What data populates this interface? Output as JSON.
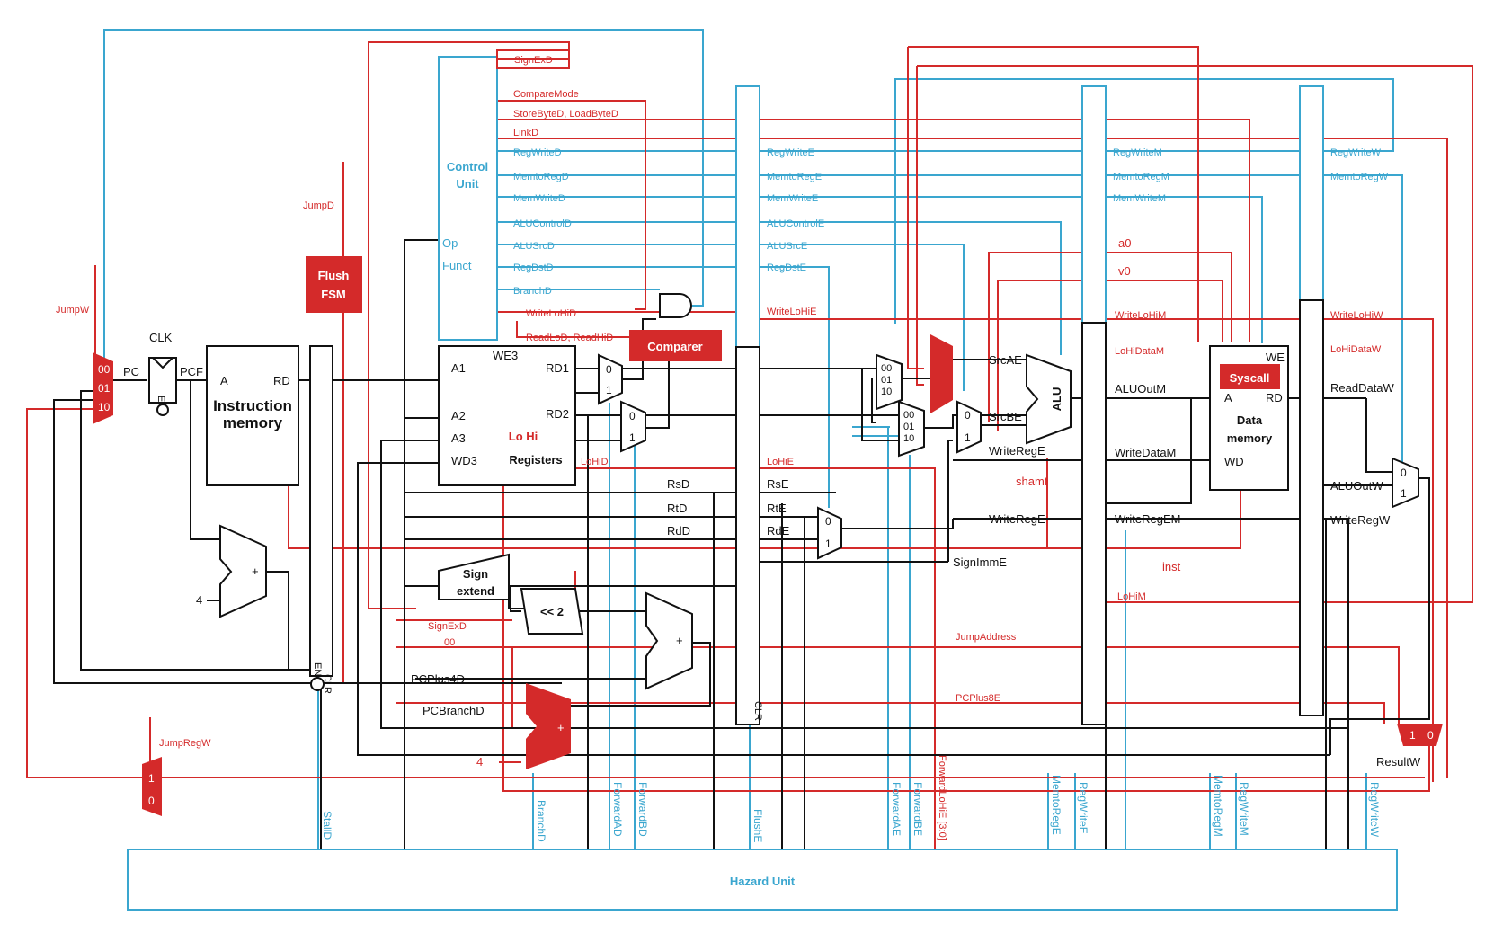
{
  "colors": {
    "black": "#111111",
    "red": "#d42a2a",
    "blue": "#3aa6cf"
  },
  "blocks": {
    "control_unit": {
      "line1": "Control",
      "line2": "Unit",
      "op": "Op",
      "funct": "Funct"
    },
    "flush_fsm": {
      "line1": "Flush",
      "line2": "FSM"
    },
    "comparer": "Comparer",
    "instruction_memory": {
      "line1": "Instruction",
      "line2": "memory",
      "a": "A",
      "rd": "RD"
    },
    "register_file": {
      "a1": "A1",
      "a2": "A2",
      "a3": "A3",
      "wd3": "WD3",
      "we3": "WE3",
      "rd1": "RD1",
      "rd2": "RD2",
      "lohi": "Lo Hi",
      "registers": "Registers"
    },
    "sign_extend": {
      "line1": "Sign",
      "line2": "extend"
    },
    "shift_left": "<< 2",
    "alu": "ALU",
    "syscall": "Syscall",
    "data_memory": {
      "line1": "Data",
      "line2": "memory",
      "we": "WE",
      "a": "A",
      "rd": "RD",
      "wd": "WD"
    },
    "hazard_unit": "Hazard Unit",
    "pc_register": {
      "clk": "CLK",
      "en": "EN"
    },
    "pipeline_reg_d": {
      "clr": "CLR",
      "en": "EN"
    },
    "pipeline_reg_e": {
      "clr": "CLR"
    }
  },
  "mux_labels": {
    "pc_mux": [
      "00",
      "01",
      "10"
    ],
    "two_way": [
      "0",
      "1"
    ],
    "three_way": [
      "00",
      "01",
      "10"
    ]
  },
  "control_signals": {
    "decode": [
      "SignExD",
      "CompareMode",
      "StoreByteD, LoadByteD",
      "LinkD",
      "RegWriteD",
      "MemtoRegD",
      "MemWriteD",
      "ALUControlD",
      "ALUSrcD",
      "RegDstD",
      "BranchD",
      "WriteLoHiD",
      "ReadLoD, ReadHiD"
    ],
    "execute": [
      "RegWriteE",
      "MemtoRegE",
      "MemWriteE",
      "ALUControlE",
      "ALUSrcE",
      "RegDstE",
      "WriteLoHiE"
    ],
    "memory": [
      "RegWriteM",
      "MemtoRegM",
      "MemWriteM",
      "a0",
      "v0",
      "WriteLoHiM",
      "LoHiDataM"
    ],
    "writeback": [
      "RegWriteW",
      "MemtoRegW",
      "WriteLoHiW",
      "LoHiDataW"
    ]
  },
  "datapath_labels": {
    "pc": "PC",
    "pcf": "PCF",
    "four": "4",
    "rsd": "RsD",
    "rtd": "RtD",
    "rdd": "RdD",
    "rse": "RsE",
    "rte": "RtE",
    "rde": "RdE",
    "lohid": "LoHiD",
    "lohie": "LoHiE",
    "srcae": "SrcAE",
    "srcbe": "SrcBE",
    "writerege": "WriteRegE",
    "shamt": "shamt",
    "signimme": "SignImmE",
    "aluoutm": "ALUOutM",
    "writedatam": "WriteDataM",
    "writeregem": "WriteRegEM",
    "inst": "inst",
    "lohim": "LoHiM",
    "readdataw": "ReadDataW",
    "aluoutw": "ALUOutW",
    "writeregw": "WriteRegW",
    "resultw": "ResultW",
    "signexd2": "SignExD",
    "zero_zero": "00",
    "pcplus4d": "PCPlus4D",
    "pcbranchd": "PCBranchD",
    "jumpaddress": "JumpAddress",
    "pcplus8e": "PCPlus8E",
    "jumpw": "JumpW",
    "jumpd": "JumpD",
    "jumpregw": "JumpRegW"
  },
  "hazard_signals": [
    "StallD",
    "BranchD",
    "ForwardAD",
    "ForwardBD",
    "FlushE",
    "ForwardAE",
    "ForwardBE",
    "ForwardLoHiE [3:0]",
    "MemtoRegE",
    "RegWriteE",
    "MemtoRegM",
    "RegWriteM",
    "RegWriteW"
  ]
}
